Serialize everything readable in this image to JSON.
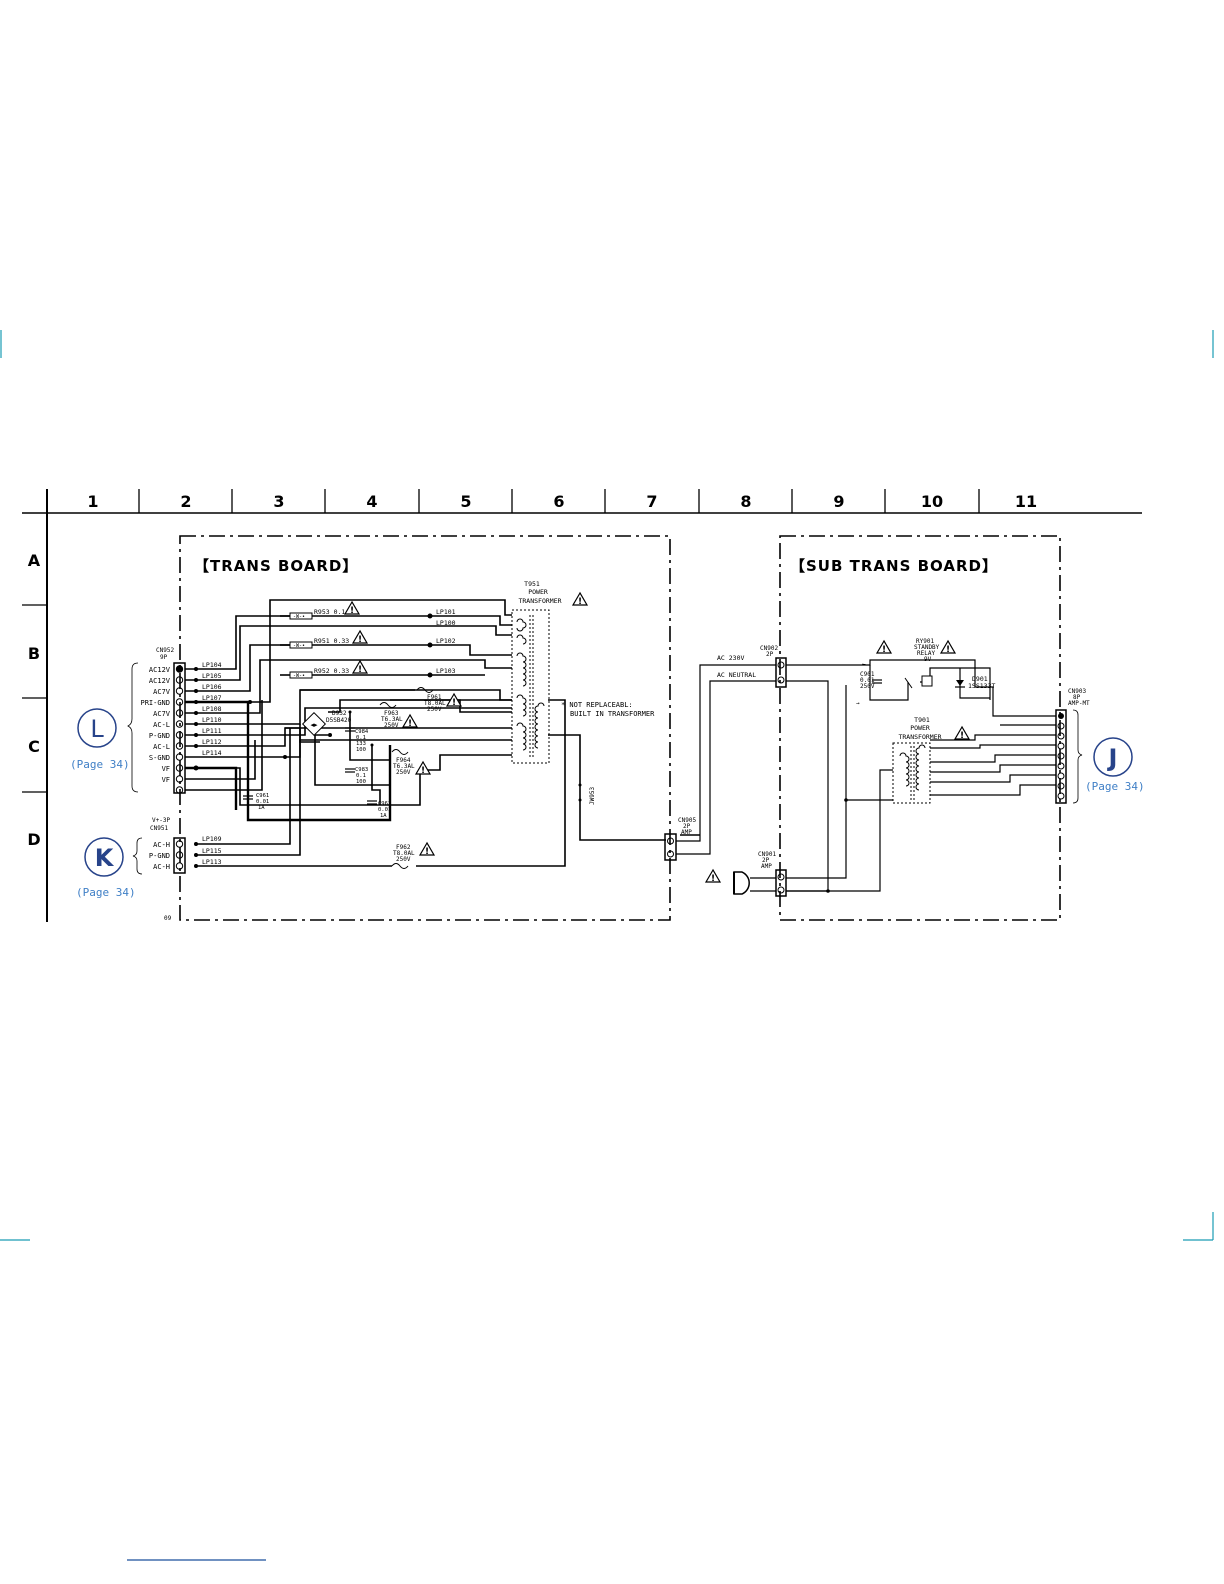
{
  "grid": {
    "columns": [
      "1",
      "2",
      "3",
      "4",
      "5",
      "6",
      "7",
      "8",
      "9",
      "10",
      "11"
    ],
    "rows": [
      "A",
      "B",
      "C",
      "D"
    ]
  },
  "boards": {
    "trans": "【TRANS BOARD】",
    "sub_trans": "【SUB TRANS BOARD】"
  },
  "misc": {
    "code": "09"
  },
  "cn952": {
    "name": "CN952",
    "pins": "9P",
    "labels": [
      "AC12V",
      "AC12V",
      "AC7V",
      "PRI-GND",
      "AC7V",
      "AC-L",
      "P-GND",
      "AC-L",
      "S-GND",
      "VF",
      "VF",
      ""
    ]
  },
  "cn951": {
    "name": "CN951",
    "pins": "V+-3P",
    "labels": [
      "AC-H",
      "P-GND",
      "AC-H"
    ]
  },
  "lp": {
    "cn952": [
      "LP104",
      "LP105",
      "LP106",
      "LP107",
      "LP108",
      "LP110",
      "LP111",
      "LP112",
      "LP114"
    ],
    "cn951": [
      "LP109",
      "LP115",
      "LP113"
    ],
    "top": [
      "LP101",
      "LP100",
      "LP102",
      "LP103"
    ]
  },
  "resistors": [
    "R953 0.1",
    "R951 0.33",
    "R952 0.33"
  ],
  "t951": [
    "T951",
    "POWER",
    "TRANSFORMER"
  ],
  "notes": [
    "* NOT REPLACEABL:",
    "BUILT IN TRANSFORMER"
  ],
  "parts": {
    "d932": [
      "D932",
      "D5SB420"
    ],
    "jw953": "JW953",
    "ry901": [
      "RY901",
      "STANDBY",
      "RELAY",
      "9V"
    ],
    "d901": [
      "D901",
      "1SS133T"
    ]
  },
  "caps": {
    "c984": [
      "C984",
      "0.1",
      "133",
      "100"
    ],
    "c983": [
      "C983",
      "0.1",
      "100"
    ],
    "c963": [
      "C963",
      "0.01",
      "1A"
    ],
    "c961": [
      "C961",
      "0.01",
      "1A"
    ],
    "c901": [
      "C901",
      "0.01",
      "250V"
    ]
  },
  "fuses": {
    "f963": [
      "F963",
      "T6.3AL",
      "250V"
    ],
    "f961": [
      "F961",
      "T8.0AL",
      "250V"
    ],
    "f964": [
      "F964",
      "T6.3AL",
      "250V"
    ],
    "f962": [
      "F962",
      "T8.0AL",
      "250V"
    ]
  },
  "cn905": [
    "CN905",
    "2P",
    "AMP"
  ],
  "cn902": [
    "CN902",
    "2P"
  ],
  "cn901": [
    "CN901",
    "2P",
    "AMP"
  ],
  "cn903": [
    "CN903",
    "8P",
    "AMP-MT"
  ],
  "t901": [
    "T901",
    "POWER",
    "TRANSFORMER"
  ],
  "ac": [
    "AC 230V",
    "AC NEUTRAL"
  ],
  "refs": [
    {
      "letter": "L",
      "page": "(Page 34)"
    },
    {
      "letter": "K",
      "page": "(Page 34)"
    },
    {
      "letter": "J",
      "page": "(Page 34)"
    }
  ]
}
